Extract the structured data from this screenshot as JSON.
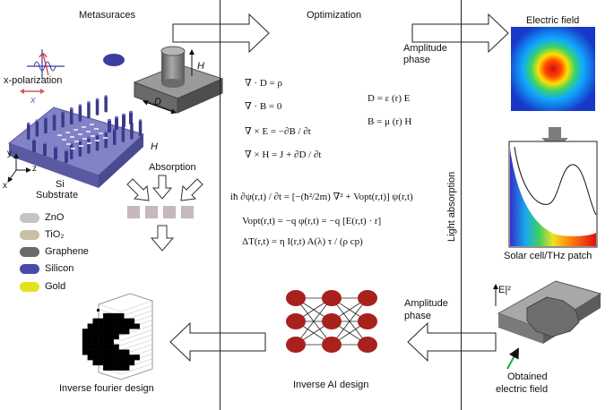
{
  "sections": {
    "metasurfaces_title": "Metasuraces",
    "optimization_title": "Optimization"
  },
  "metasurface": {
    "x_polarization": "x-polarization",
    "x_arrow_label": "x",
    "h_label": "H",
    "si_substrate_line1": "Si",
    "si_substrate_line2": "Substrate",
    "absorption": "Absorption",
    "pillar_h": "H",
    "pillar_d": "D",
    "axis_y": "y",
    "axis_z": "z",
    "axis_x": "x"
  },
  "legend": [
    {
      "label": "ZnO",
      "color": "#c4c4c4"
    },
    {
      "label": "TiO₂",
      "color": "#c9bfa6"
    },
    {
      "label": "Graphene",
      "color": "#6a6a6a"
    },
    {
      "label": "Silicon",
      "color": "#4a4aa8"
    },
    {
      "label": "Gold",
      "color": "#e3e21e"
    }
  ],
  "maxwell": [
    "∇ · D = ρ",
    "∇ · B = 0",
    "∇ × E = −∂B / ∂t",
    "∇ × H = J + ∂D / ∂t"
  ],
  "constitutive": [
    "D = ε (r) E",
    "B = μ (r) H"
  ],
  "schrodinger": {
    "line1": "iħ ∂ψ(r,t) / ∂t = [−(ħ²/2m) ∇² + Vopt(r,t)] ψ(r,t)",
    "line2": "Vopt(r,t) = −q φ(r,t) = −q [E(r,t) · r]",
    "line3": "ΔT(r,t) = η I(r,t) A(λ) τ / (ρ cp)"
  },
  "amplitude_phase_top": {
    "line1": "Amplitude",
    "line2": "phase"
  },
  "amplitude_phase_bottom": {
    "line1": "Amplitude",
    "line2": "phase"
  },
  "right": {
    "electric_field": "Electric field",
    "light_absorption": "Light absorption",
    "solar_cell": "Solar cell/THz patch",
    "e_squared": "E|²",
    "obtained_line1": "Obtained",
    "obtained_line2": "electric field"
  },
  "bottom": {
    "inverse_ai": "Inverse AI design",
    "inverse_fourier": "Inverse fourier design"
  },
  "colors": {
    "neuron": "#a8211d",
    "substrate": "#7b7bbd",
    "pillar": "#3a3a8a"
  }
}
